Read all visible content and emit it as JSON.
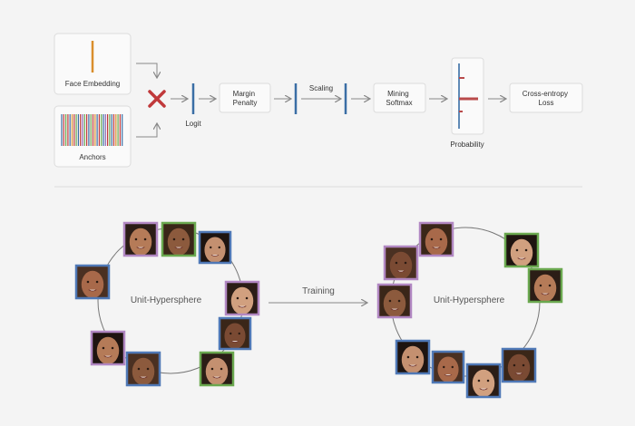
{
  "pipeline": {
    "face_embedding_label": "Face Embedding",
    "anchors_label": "Anchors",
    "logit_label": "Logit",
    "margin_penalty_label": [
      "Margin",
      "Penalty"
    ],
    "scaling_label": "Scaling",
    "mining_softmax_label": [
      "Mining",
      "Softmax"
    ],
    "probability_label": "Probability",
    "cross_entropy_label": [
      "Cross-entropy",
      "Loss"
    ],
    "multiply_icon": "cross-icon"
  },
  "bottom": {
    "left_circle_label": "Unit-Hypersphere",
    "right_circle_label": "Unit-Hypersphere",
    "training_label": "Training"
  },
  "colors": {
    "embedding_bar": "#d98e2c",
    "logit_bar": "#3a6ea5",
    "multiply": "#c0393b",
    "prob_peak": "#b94a4a",
    "frame_blue": "#4f78b6",
    "frame_green": "#6aa84f",
    "frame_purple": "#b187c2",
    "box_border": "#dcdcdc",
    "arrow": "#888888"
  }
}
